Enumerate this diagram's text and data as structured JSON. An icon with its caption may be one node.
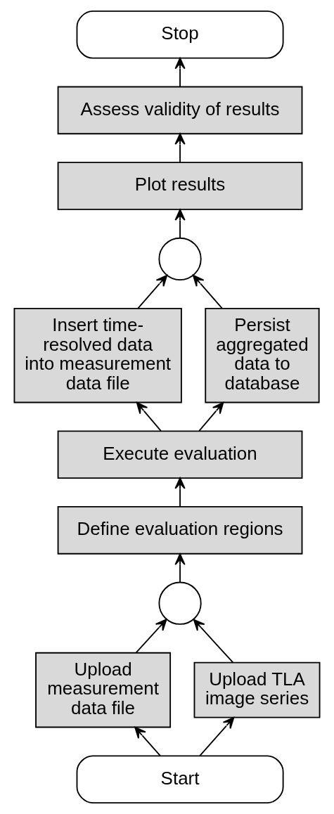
{
  "diagram": {
    "nodes": [
      {
        "text": [
          "Stop"
        ]
      },
      {
        "text": [
          "Assess validity of results"
        ]
      },
      {
        "text": [
          "Plot results"
        ]
      },
      {
        "text": [],
        "shape": "circle"
      },
      {
        "text": [
          "Insert time-resolved data into measurement data file"
        ]
      },
      {
        "text": [
          "Persist aggregated data to database"
        ]
      },
      {
        "text": [
          "Execute evaluation"
        ]
      },
      {
        "text": [
          "Define evaluation regions"
        ]
      },
      {
        "text": [],
        "shape": "circle"
      },
      {
        "text": [
          "Upload measurement data file"
        ]
      },
      {
        "text": [
          "Upload TLA image series"
        ]
      },
      {
        "text": [
          "Start"
        ]
      }
    ],
    "edges": [
      {
        "from": 11,
        "to": 9,
        "arrow": "to"
      },
      {
        "from": 11,
        "to": 10,
        "arrow": "to"
      },
      {
        "from": 9,
        "to": 8,
        "arrow": "to"
      },
      {
        "from": 10,
        "to": 8,
        "arrow": "to"
      },
      {
        "from": 8,
        "to": 7,
        "arrow": "to"
      },
      {
        "from": 7,
        "to": 6,
        "arrow": "to"
      },
      {
        "from": 6,
        "to": 4,
        "arrow": "to"
      },
      {
        "from": 6,
        "to": 5,
        "arrow": "to"
      },
      {
        "from": 4,
        "to": 3,
        "arrow": "to"
      },
      {
        "from": 5,
        "to": 3,
        "arrow": "to"
      },
      {
        "from": 3,
        "to": 2,
        "arrow": "to"
      },
      {
        "from": 2,
        "to": 1,
        "arrow": "to"
      },
      {
        "from": 1,
        "to": 0,
        "arrow": "to"
      }
    ]
  }
}
